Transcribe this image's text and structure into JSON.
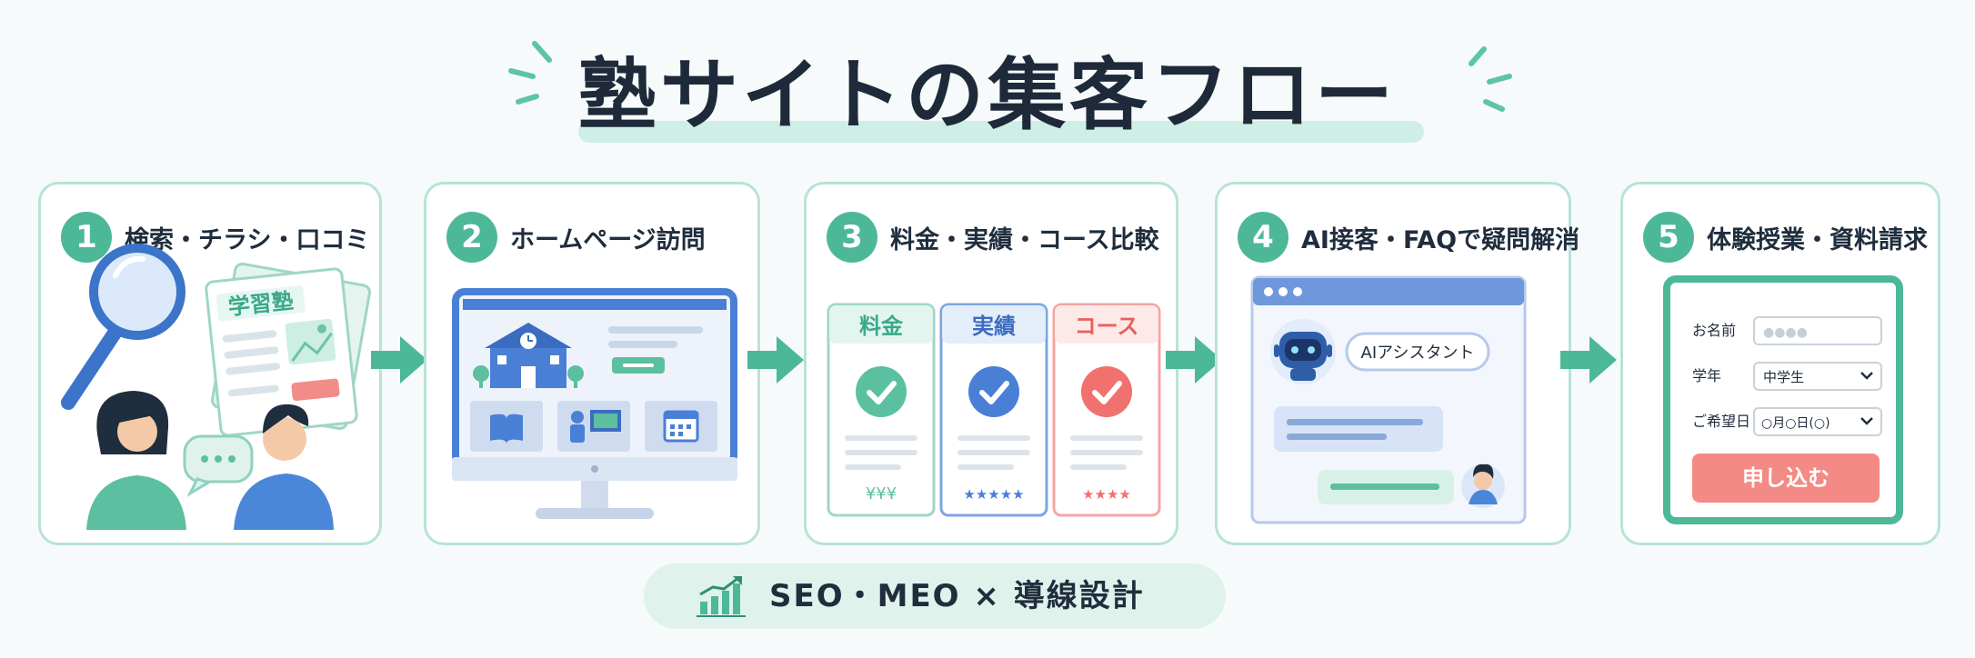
{
  "title": "塾サイトの集客フロー",
  "steps": [
    {
      "num": "1",
      "label": "検索・チラシ・口コミ",
      "flyer_title": "学習塾"
    },
    {
      "num": "2",
      "label": "ホームページ訪問"
    },
    {
      "num": "3",
      "label": "料金・実績・コース比較",
      "cards": [
        {
          "title": "料金",
          "rating": "¥¥¥",
          "color": "#5bc0a0"
        },
        {
          "title": "実績",
          "rating": "★★★★★",
          "color": "#4a7fd6"
        },
        {
          "title": "コース",
          "rating": "★★★★",
          "color": "#f0716e"
        }
      ]
    },
    {
      "num": "4",
      "label": "AI接客・FAQで疑問解消",
      "assistant_label": "AIアシスタント"
    },
    {
      "num": "5",
      "label": "体験授業・資料請求",
      "form": {
        "name_label": "お名前",
        "name_value": "●●●●",
        "grade_label": "学年",
        "grade_value": "中学生",
        "date_label": "ご希望日",
        "date_value": "○月○日(○)",
        "submit_label": "申し込む"
      }
    }
  ],
  "footer": {
    "text": "SEO・MEO × 導線設計",
    "icon": "growth-chart-icon"
  },
  "colors": {
    "accent": "#4cb898",
    "border": "#b8e2d8",
    "blue": "#4a7fd6",
    "coral": "#f0716e"
  }
}
